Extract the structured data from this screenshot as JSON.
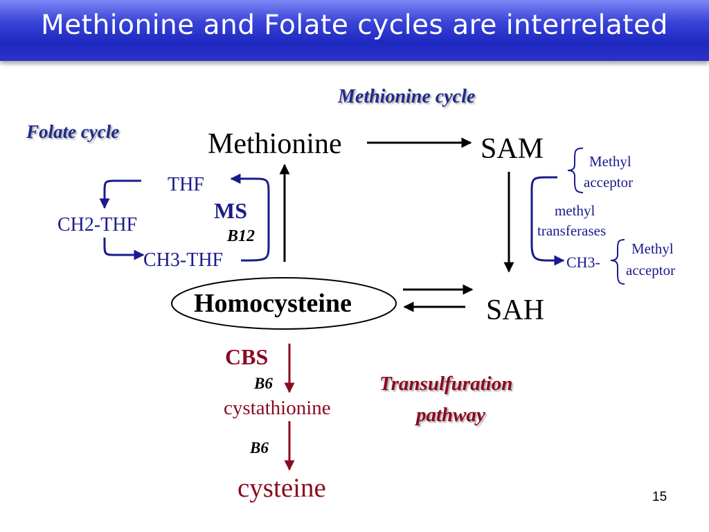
{
  "slide": {
    "title": "Methionine and Folate cycles are interrelated",
    "page_number": "15"
  },
  "labels": {
    "methionine_cycle": "Methionine cycle",
    "folate_cycle": "Folate cycle",
    "transulfuration_line1": "Transulfuration",
    "transulfuration_line2": "pathway"
  },
  "nodes": {
    "methionine": "Methionine",
    "sam": "SAM",
    "sah": "SAH",
    "homocysteine": "Homocysteine",
    "thf": "THF",
    "ch2_thf": "CH2-THF",
    "ch3_thf": "CH3-THF",
    "cystathionine": "cystathionine",
    "cysteine": "cysteine"
  },
  "enzymes": {
    "ms": "MS",
    "b12": "B12",
    "cbs": "CBS",
    "b6_first": "B6",
    "b6_second": "B6",
    "methyl_transferases_line1": "methyl",
    "methyl_transferases_line2": "transferases"
  },
  "methyl": {
    "acceptor_top_line1": "Methyl",
    "acceptor_top_line2": "acceptor",
    "ch3": "CH3-",
    "acceptor_bottom_line1": "Methyl",
    "acceptor_bottom_line2": "acceptor"
  },
  "colors": {
    "black": "#000000",
    "navy": "#1a1a8c",
    "crimson": "#8b0a1e",
    "label_blue": "#1f2a8a"
  }
}
